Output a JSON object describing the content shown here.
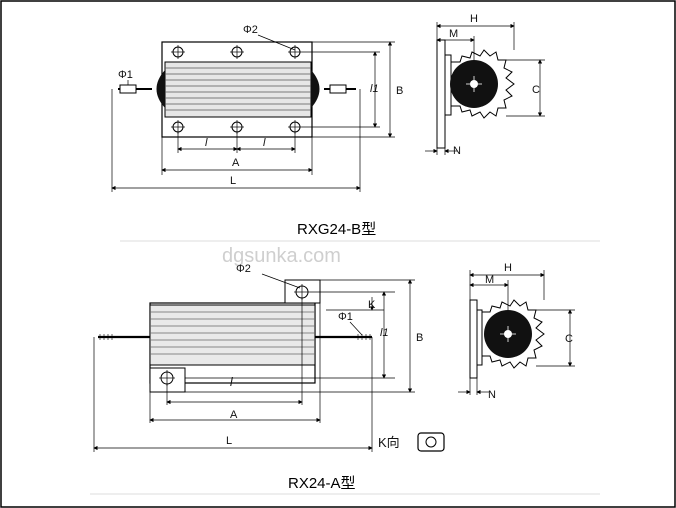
{
  "top_drawing": {
    "caption": "RXG24-B型",
    "labels": {
      "phi1": "Φ1",
      "phi2": "Φ2",
      "l_left": "l",
      "l_right": "l",
      "A": "A",
      "L": "L",
      "l1": "l1",
      "B": "B",
      "H": "H",
      "M": "M",
      "C": "C",
      "N": "N"
    }
  },
  "bottom_drawing": {
    "caption": "RX24-A型",
    "labels": {
      "phi1": "Φ1",
      "phi2": "Φ2",
      "K": "K",
      "l": "l",
      "A": "A",
      "L": "L",
      "l1": "l1",
      "B": "B",
      "H": "H",
      "M": "M",
      "C": "C",
      "N": "N",
      "k_view": "K向"
    }
  },
  "watermark": "dgsunka.com"
}
